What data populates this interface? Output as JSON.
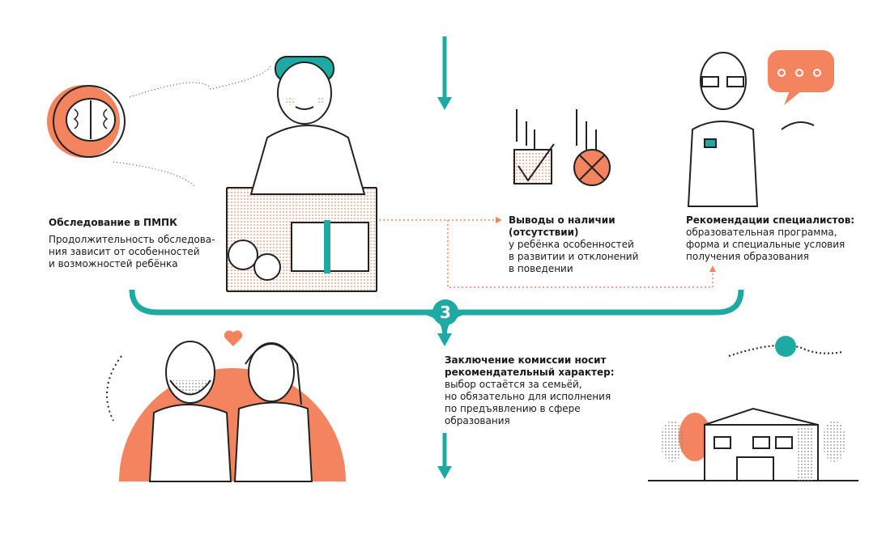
{
  "colors": {
    "teal": "#1fa9a3",
    "orange": "#f4845f",
    "ink": "#2a2a2a"
  },
  "step_number": "3",
  "blocks": {
    "exam": {
      "title": "Обследование в ПМПК",
      "lines": [
        "Продолжительность обследова-",
        "ния зависит от особенностей",
        "и возможностей ребёнка"
      ]
    },
    "conclusions": {
      "title_lines": [
        "Выводы о наличии",
        "(отсутствии)"
      ],
      "lines": [
        "у ребёнка особенностей",
        "в развитии и отклонений",
        "в поведении"
      ]
    },
    "recommendations": {
      "title": "Рекомендации специалистов:",
      "lines": [
        "образовательная программа,",
        "форма и специальные условия",
        "получения образования"
      ]
    },
    "verdict": {
      "title_lines": [
        "Заключение комиссии носит",
        "рекомендательный характер:"
      ],
      "lines": [
        "выбор остаётся за семьёй,",
        "но обязательно для исполнения",
        "по предъявлению в сфере",
        "образования"
      ]
    }
  },
  "icons": [
    "brain-icon",
    "child-at-desk-illustration",
    "checkmark-icon",
    "cross-icon",
    "specialist-illustration",
    "speech-bubble-icon",
    "parents-illustration",
    "heart-icon",
    "school-building-illustration"
  ]
}
